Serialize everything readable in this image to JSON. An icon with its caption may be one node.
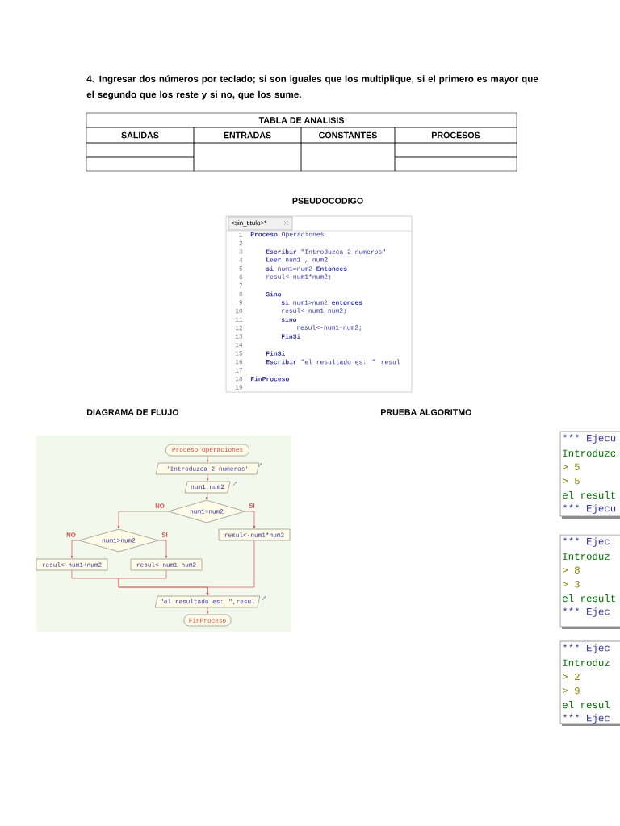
{
  "diagram": {
    "title": "4. Ingresar dos números por teclado; si son iguales que los multiplique, si el primero es mayor que el segundo que los reste y si no, que los sume.",
    "nodes": [
      {
        "text": [
          "Proceso Operaciones"
        ]
      },
      {
        "text": [
          "'Introduzca 2 numeros'"
        ]
      },
      {
        "text": [
          "num1,num2"
        ]
      },
      {
        "text": [
          "num1=num2"
        ]
      },
      {
        "text": [
          "resul<-num1*num2"
        ]
      },
      {
        "text": [
          "num1>num2"
        ]
      },
      {
        "text": [
          "resul<-num1+num2"
        ]
      },
      {
        "text": [
          "resul<-num1-num2"
        ]
      },
      {
        "text": [
          "\"el resultado es: \",resul"
        ]
      },
      {
        "text": [
          "FinProceso"
        ]
      }
    ],
    "edges": [
      {
        "from": 0,
        "to": 1,
        "arrow": "to"
      },
      {
        "from": 1,
        "to": 2,
        "arrow": "to"
      },
      {
        "from": 2,
        "to": 3,
        "arrow": "to"
      },
      {
        "from": 3,
        "to": 5,
        "arrow": "to",
        "label": "NO"
      },
      {
        "from": 3,
        "to": 4,
        "arrow": "to",
        "label": "SI"
      },
      {
        "from": 5,
        "to": 6,
        "arrow": "to",
        "label": "NO"
      },
      {
        "from": 5,
        "to": 7,
        "arrow": "to",
        "label": "SI"
      },
      {
        "from": 6,
        "to": 8,
        "arrow": "to"
      },
      {
        "from": 7,
        "to": 8,
        "arrow": "to"
      },
      {
        "from": 4,
        "to": 8,
        "arrow": "to"
      },
      {
        "from": 8,
        "to": 9,
        "arrow": "to"
      }
    ],
    "labels": [
      "TABLA DE ANALISIS",
      "SALIDAS",
      "ENTRADAS",
      "CONSTANTES",
      "PROCESOS",
      "PSEUDOCODIGO",
      "<sin_titulo>*",
      "1",
      "2",
      "3",
      "4",
      "5",
      "6",
      "7",
      "8",
      "9",
      "10",
      "11",
      "12",
      "13",
      "14",
      "15",
      "16",
      "17",
      "18",
      "19",
      "**Proceso** Operaciones",
      "**Escribir** \"Introduzca 2 numeros\"",
      "**Leer** num1 , num2",
      "**si** num1=num2 **Entonces**",
      "resul<-num1*num2;",
      "**Sino**",
      "**si** num1>num2 **entonces**",
      "resul<-num1-num2;",
      "**sino**",
      "resul<-num1+num2;",
      "**FinSi**",
      "**FinSi**",
      "**Escribir** \"el resultado es: \" resul",
      "**FinProceso**",
      "DIAGRAMA DE FLUJO",
      "PRUEBA ALGORITMO",
      "*** Ejecu",
      "Introduzc",
      "> 5",
      "> 5",
      "el result",
      "*** Ejecu",
      "*** Ejec",
      "Introduz",
      "> 8",
      "> 3",
      "el result",
      "*** Ejec",
      "*** Ejec",
      "Introduz",
      "> 2",
      "> 9",
      "el resul",
      "*** Ejec"
    ]
  }
}
